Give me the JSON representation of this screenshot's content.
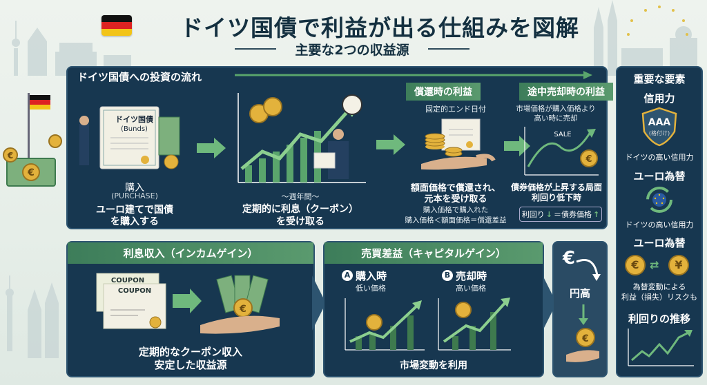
{
  "title": "ドイツ国債で利益が出る仕組みを図解",
  "subtitle": "主要な2つの収益源",
  "colors": {
    "navy": "#173750",
    "green": "#5aa56c",
    "gold": "#e3b23c",
    "light_bg": "#eef3ee"
  },
  "flow": {
    "header": "ドイツ国債への投資の流れ",
    "step1": {
      "doc_title": "ドイツ国債",
      "doc_sub": "(Bunds)",
      "label": "購入",
      "label_en": "(PURCHASE)",
      "desc1": "ユーロ建てで国債",
      "desc2": "を購入する"
    },
    "step2": {
      "axis_label": "〜週年間〜",
      "desc1": "定期的に利息（クーポン）",
      "desc2": "を受け取る"
    },
    "step3": {
      "header": "償還時の利益",
      "sub": "固定的エンド日付",
      "desc1": "額面価格で償還され、",
      "desc2": "元本を受け取る",
      "note1": "購入価格で購入れた",
      "note2": "購入価格＜額面価格＝償還差益"
    },
    "step4": {
      "header": "途中売却時の利益",
      "sub1": "市場価格が購入価格より",
      "sub2": "高い時に売却",
      "sale": "SALE",
      "desc1": "債券価格が上昇する局面",
      "desc2": "利回り低下時",
      "yield_label": "利回り",
      "yield_arrow": "↓",
      "price_label": "＝債券価格",
      "price_arrow": "↑"
    }
  },
  "income": {
    "header": "利息収入（インカムゲイン）",
    "coupon": "COUPON",
    "desc1": "定期的なクーポン収入",
    "desc2": "安定した収益源"
  },
  "capital": {
    "header": "売買差益（キャピタルゲイン）",
    "a_marker": "A",
    "a_label": "購入時",
    "a_sub": "低い価格",
    "b_marker": "B",
    "b_label": "売却時",
    "b_sub": "高い価格",
    "footer": "市場変動を利用"
  },
  "fx": {
    "label": "円高",
    "euro_symbol": "€"
  },
  "sidebar": {
    "header": "重要な要素",
    "credit_title": "信用力",
    "rating": "AAA",
    "rating_sub": "(格付け)",
    "credit_desc": "ドイツの高い信用力",
    "euro_title": "ユーロ為替",
    "euro_desc": "ドイツの高い信用力",
    "euro_title2": "ユーロ為替",
    "fx_desc1": "為替変動による",
    "fx_desc2": "利益（損失）リスクも",
    "yield_title": "利回りの推移",
    "euro_coin": "€",
    "yen_coin": "¥"
  }
}
